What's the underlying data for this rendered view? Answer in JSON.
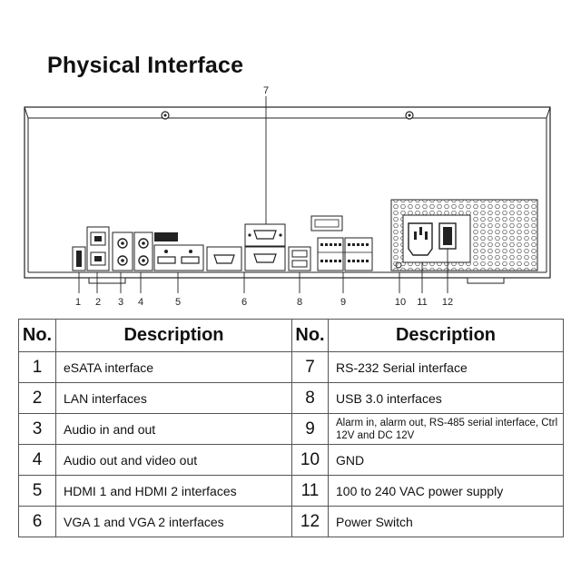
{
  "page_title": "Physical Interface",
  "callouts": [
    "1",
    "2",
    "3",
    "4",
    "5",
    "6",
    "7",
    "8",
    "9",
    "10",
    "11",
    "12"
  ],
  "table": {
    "headers": [
      "No.",
      "Description",
      "No.",
      "Description"
    ],
    "rows": [
      {
        "left_no": "1",
        "left_desc": "eSATA interface",
        "right_no": "7",
        "right_desc": "RS-232 Serial interface"
      },
      {
        "left_no": "2",
        "left_desc": "LAN interfaces",
        "right_no": "8",
        "right_desc": "USB 3.0 interfaces"
      },
      {
        "left_no": "3",
        "left_desc": "Audio in and out",
        "right_no": "9",
        "right_desc": "Alarm in, alarm out, RS-485 serial interface, Ctrl 12V and DC 12V"
      },
      {
        "left_no": "4",
        "left_desc": "Audio out and video out",
        "right_no": "10",
        "right_desc": "GND"
      },
      {
        "left_no": "5",
        "left_desc": "HDMI 1 and HDMI 2 interfaces",
        "right_no": "11",
        "right_desc": "100 to 240 VAC power supply"
      },
      {
        "left_no": "6",
        "left_desc": "VGA 1 and VGA 2 interfaces",
        "right_no": "12",
        "right_desc": "Power Switch"
      }
    ]
  }
}
